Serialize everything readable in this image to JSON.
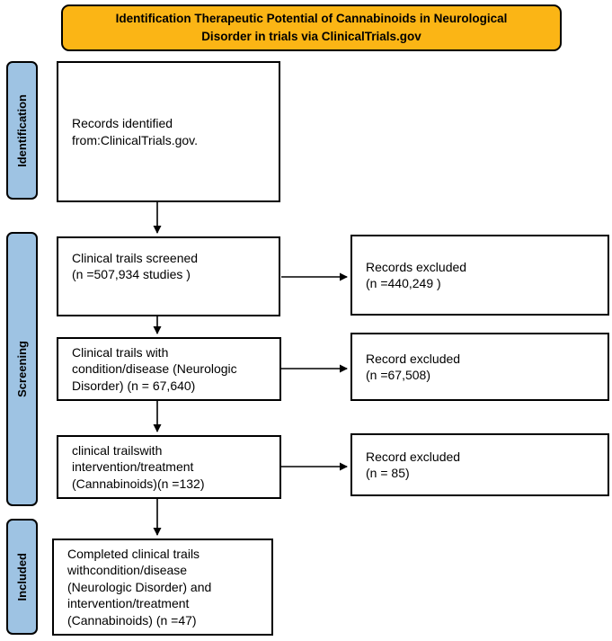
{
  "banner": {
    "title": "Identification Therapeutic Potential of Cannabinoids in Neurological\nDisorder in trials via ClinicalTrials.gov",
    "bg_color": "#FBB515"
  },
  "sidebar": {
    "bg_color": "#9EC3E3",
    "stages": [
      {
        "label": "Identification"
      },
      {
        "label": "Screening"
      },
      {
        "label": "Included"
      }
    ]
  },
  "flow": {
    "boxes": [
      {
        "text": "Records identified\nfrom:ClinicalTrials.gov."
      },
      {
        "text": "Clinical trails screened\n(n =507,934 studies )"
      },
      {
        "text": "Clinical trails with\ncondition/disease (Neurologic\nDisorder) (n = 67,640)"
      },
      {
        "text": "clinical trailswith\nintervention/treatment\n(Cannabinoids)(n =132)"
      },
      {
        "text": "Completed clinical trails\nwithcondition/disease\n(Neurologic Disorder) and\nintervention/treatment\n(Cannabinoids) (n =47)"
      }
    ],
    "excluded": [
      {
        "text": "Records excluded\n(n =440,249 )"
      },
      {
        "text": "Record excluded\n(n =67,508)"
      },
      {
        "text": "Record excluded\n(n = 85)"
      }
    ]
  }
}
